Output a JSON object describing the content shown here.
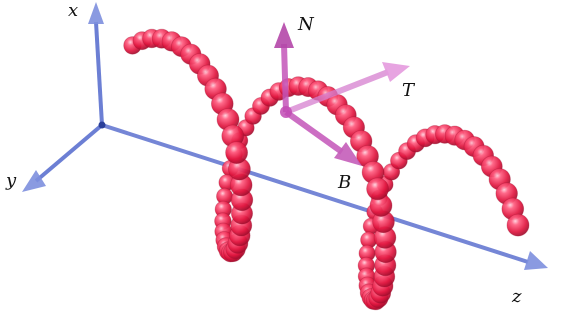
{
  "labels": {
    "x_axis": "x",
    "y_axis": "y",
    "z_axis": "z",
    "normal": "N",
    "tangent": "T",
    "binormal": "B"
  },
  "colors": {
    "axis": "#4b63c9",
    "axis_arrow": "#7f93e0",
    "bead": "#e8224e",
    "bead_highlight": "#ffb0c2",
    "frame_arrow": "#c054b7"
  },
  "curve": {
    "type": "helix",
    "turns_visible": 2.3,
    "bead_count": 90
  }
}
